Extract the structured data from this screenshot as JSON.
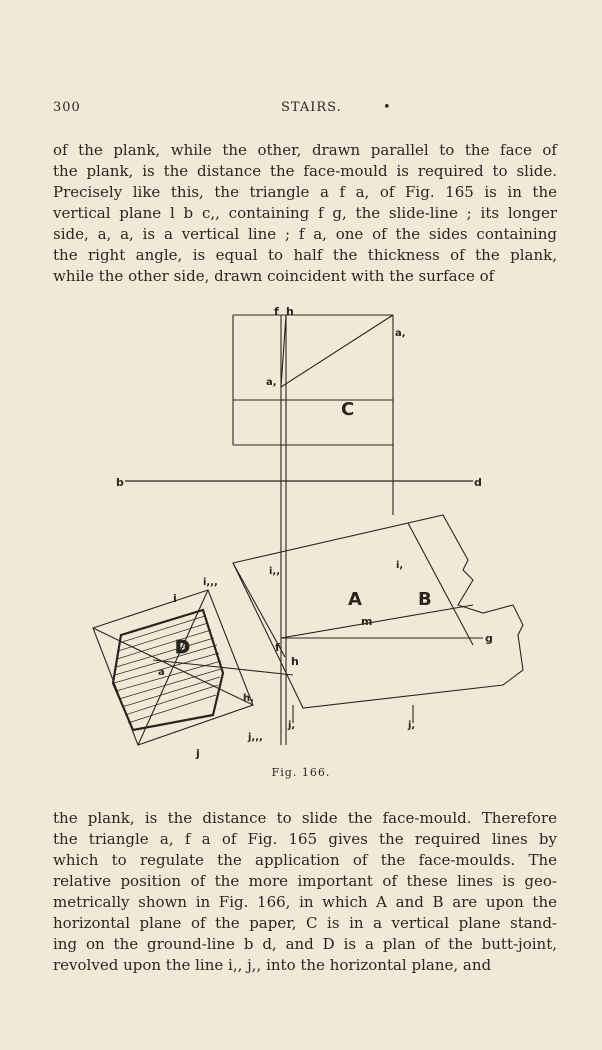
{
  "header": {
    "page_number": "300",
    "running_head": "STAIRS."
  },
  "text_top": [
    "of the plank, while the other, drawn parallel to the face of",
    "the plank, is the distance the face-mould is required to slide.",
    "Precisely like this, the triangle a f a, of Fig. 165 is in the",
    "vertical plane l b c,, containing f g, the slide-line ; its longer",
    "side, a, a, is a vertical line ; f a, one of the sides containing",
    "the right angle, is equal to half the thickness of the plank,",
    "while the other side, drawn coincident with the surface of"
  ],
  "figure": {
    "caption": "Fig. 166.",
    "labels": {
      "f_top": "f",
      "h_top": "h",
      "a_sub": "a,",
      "a_left": "a,",
      "C": "C",
      "b": "b",
      "d": "d",
      "i_iii": "i,,,",
      "i_ii": "i,,",
      "i_i": "i,",
      "i": "i",
      "A": "A",
      "B": "B",
      "m": "m",
      "D": "D",
      "g": "g",
      "f_mid": "f",
      "h_mid": "h",
      "a_D": "a",
      "h_sub": "h,",
      "j_ii": "j,",
      "j_i": "j,",
      "j_iii": "j,,,",
      "j": "j"
    }
  },
  "text_bottom": [
    "the plank, is the distance to slide the face-mould. Therefore",
    "the triangle a, f a of Fig. 165 gives the required lines by",
    "which to regulate the application of the face-moulds. The",
    "relative position of the more important of these lines is geo-",
    "metrically shown in Fig. 166, in which A and B are upon the",
    "horizontal plane of the paper, C is in a vertical plane stand-",
    "ing on the ground-line b d, and D is a plan of the butt-joint,",
    "revolved upon the line i,, j,, into the horizontal plane, and"
  ]
}
